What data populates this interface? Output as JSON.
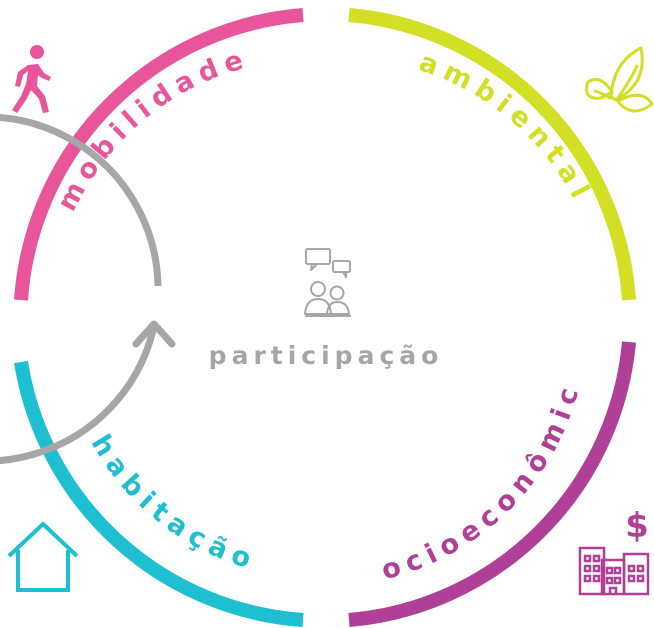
{
  "center": {
    "label": "participação",
    "color": "#a6a6a6",
    "icon": "chat-people-icon"
  },
  "segments": [
    {
      "id": "mobilidade",
      "label": "mobilidade",
      "color": "#e8559b",
      "icon": "walking-person-icon"
    },
    {
      "id": "ambiental",
      "label": "ambiental",
      "color": "#d3df25",
      "icon": "leaves-icon"
    },
    {
      "id": "socioeconomico",
      "label": "socioeconômico",
      "color": "#b03f98",
      "icon": "buildings-dollar-icon"
    },
    {
      "id": "habitacao",
      "label": "habitação",
      "color": "#1dbfd0",
      "icon": "house-icon"
    }
  ]
}
